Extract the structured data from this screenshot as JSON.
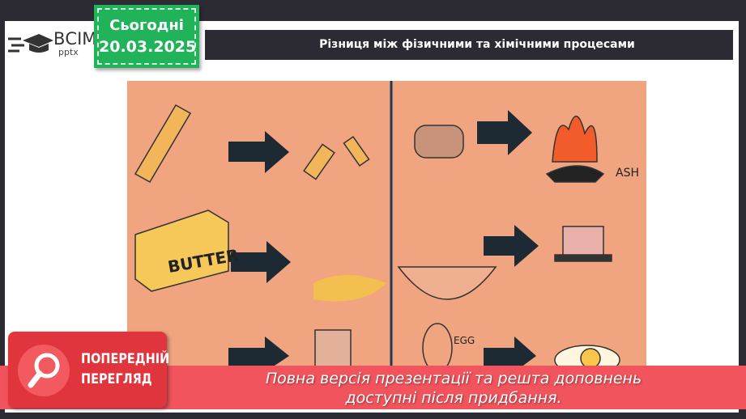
{
  "logo": {
    "brand": "ВСІМ",
    "sub": "pptx"
  },
  "date": {
    "label": "Сьогодні",
    "value": "20.03.2025"
  },
  "title": "Різниця між фізичними та хімічними процесами",
  "illustration": {
    "butter": "BUTTER",
    "ash": "ASH",
    "egg": "EGG"
  },
  "preview": {
    "line1": "ПОПЕРЕДНІЙ",
    "line2": "ПЕРЕГЛЯД"
  },
  "banner": {
    "line1": "Повна версія презентації та решта доповнень",
    "line2": "доступні після придбання."
  },
  "colors": {
    "green": "#20b35a",
    "red": "#f1545c",
    "dark": "#2c2b33",
    "paper": "#f0a47f"
  }
}
